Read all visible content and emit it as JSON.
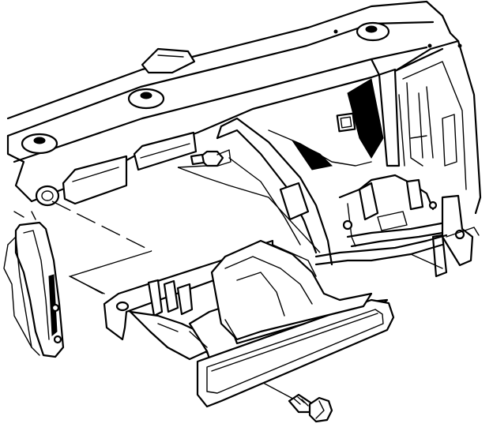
{
  "diagram": {
    "parts": [
      {
        "id": "frame-rail",
        "icon": "frame-rail-icon"
      },
      {
        "id": "mount-bracket",
        "icon": "bracket-icon"
      },
      {
        "id": "duct-housing",
        "icon": "duct-housing-icon"
      },
      {
        "id": "retaining-bolt",
        "icon": "bolt-icon"
      },
      {
        "id": "front-stud",
        "icon": "stud-icon"
      }
    ],
    "colors": {
      "line": "#000000",
      "background": "#ffffff"
    }
  }
}
